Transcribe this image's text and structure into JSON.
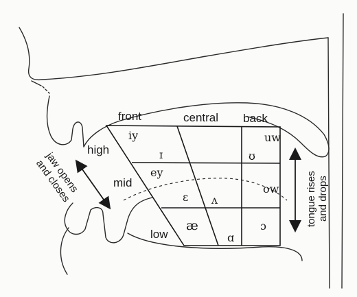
{
  "columns": {
    "front": "front",
    "central": "central",
    "back": "back"
  },
  "rows": {
    "high": "high",
    "mid": "mid",
    "low": "low"
  },
  "vowels": {
    "iy": "iy",
    "ih": "ɪ",
    "uw": "uw",
    "uh": "ʊ",
    "ey": "ey",
    "eh": "ɛ",
    "ah": "ʌ",
    "ow": "ow",
    "ae": "æ",
    "aa": "ɑ",
    "ao": "ɔ"
  },
  "jaw": {
    "line1": "jaw opens",
    "line2": "and closes"
  },
  "tongue": {
    "line1": "tongue rises",
    "line2": "and drops"
  }
}
